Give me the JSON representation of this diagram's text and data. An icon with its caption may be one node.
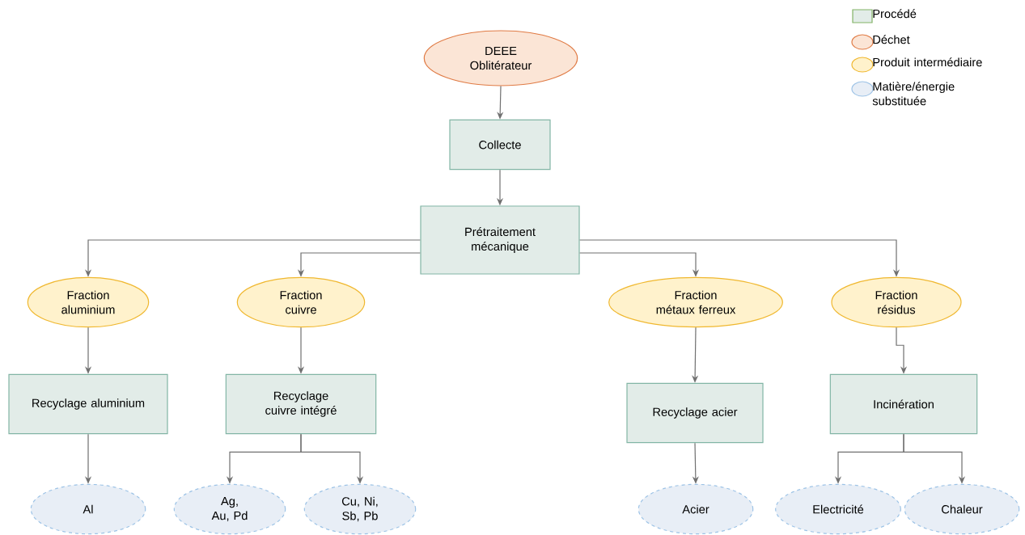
{
  "diagram": {
    "nodes": [
      {
        "text": [
          "DEEE Oblitérateur"
        ]
      },
      {
        "text": [
          "Collecte"
        ]
      },
      {
        "text": [
          "Prétraitement mécanique"
        ]
      },
      {
        "text": [
          "Fraction aluminium"
        ]
      },
      {
        "text": [
          "Fraction cuivre"
        ]
      },
      {
        "text": [
          "Fraction métaux ferreux"
        ]
      },
      {
        "text": [
          "Fraction résidus"
        ]
      },
      {
        "text": [
          "Recyclage aluminium"
        ]
      },
      {
        "text": [
          "Recyclage cuivre intégré"
        ]
      },
      {
        "text": [
          "Recyclage acier"
        ]
      },
      {
        "text": [
          "Incinération"
        ]
      },
      {
        "text": [
          "Al"
        ]
      },
      {
        "text": [
          "Ag, Au, Pd"
        ]
      },
      {
        "text": [
          "Cu, Ni, Sb, Pb"
        ]
      },
      {
        "text": [
          "Acier"
        ]
      },
      {
        "text": [
          "Electricité"
        ]
      },
      {
        "text": [
          "Chaleur"
        ]
      }
    ],
    "edges": [
      {
        "from": 0,
        "to": 1,
        "arrow": "to"
      },
      {
        "from": 1,
        "to": 2,
        "arrow": "to"
      },
      {
        "from": 2,
        "to": 3,
        "arrow": "to"
      },
      {
        "from": 2,
        "to": 4,
        "arrow": "to"
      },
      {
        "from": 2,
        "to": 5,
        "arrow": "to"
      },
      {
        "from": 2,
        "to": 6,
        "arrow": "to"
      },
      {
        "from": 3,
        "to": 7,
        "arrow": "to"
      },
      {
        "from": 4,
        "to": 8,
        "arrow": "to"
      },
      {
        "from": 5,
        "to": 9,
        "arrow": "to"
      },
      {
        "from": 6,
        "to": 10,
        "arrow": "to"
      },
      {
        "from": 7,
        "to": 11,
        "arrow": "to"
      },
      {
        "from": 8,
        "to": 12,
        "arrow": "to"
      },
      {
        "from": 8,
        "to": 13,
        "arrow": "to"
      },
      {
        "from": 9,
        "to": 14,
        "arrow": "to"
      },
      {
        "from": 10,
        "to": 15,
        "arrow": "to"
      },
      {
        "from": 10,
        "to": 16,
        "arrow": "to"
      }
    ],
    "legend": [
      {
        "text": "Procédé",
        "color": "#e2ece8"
      },
      {
        "text": "Déchet",
        "color": "#fbe5d6"
      },
      {
        "text": "Produit intermédiaire",
        "color": "#fff2cc"
      },
      {
        "text": "Matière/énergie substituée",
        "color": "#e8eef6"
      }
    ]
  }
}
